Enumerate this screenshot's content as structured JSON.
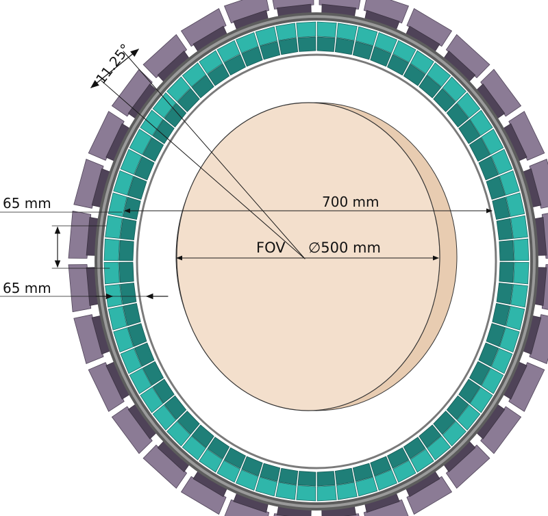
{
  "annotations": {
    "angle": "11.25°",
    "ring_diameter": "700 mm",
    "fov_label": "FOV",
    "fov_diameter": "∅500 mm",
    "module_height": "65 mm",
    "module_depth": "65 mm"
  },
  "colors": {
    "background": "#ffffff",
    "crystal": "#2fb6aa",
    "crystal_dark": "#1f7f78",
    "gantry": "#8b7b95",
    "gantry_dark": "#4f4358",
    "frame": "#6f6f6f",
    "fov_face": "#f2dcc6",
    "fov_side": "#e6c9ad",
    "dimension_line": "#1a1a1a"
  },
  "icons": [
    "ring-detector",
    "fov-cylinder",
    "dimension-arrow"
  ]
}
